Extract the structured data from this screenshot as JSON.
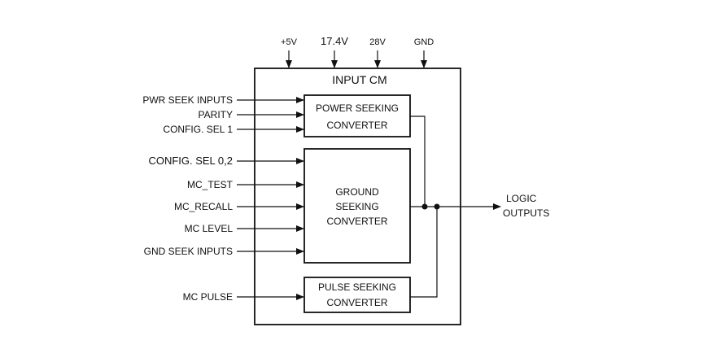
{
  "supplies": [
    "+5V",
    "17.4V",
    "28V",
    "GND"
  ],
  "module_title": "INPUT CM",
  "power_seeking": {
    "line1": "POWER SEEKING",
    "line2": "CONVERTER"
  },
  "ground_seeking": {
    "line1": "GROUND",
    "line2": "SEEKING",
    "line3": "CONVERTER"
  },
  "pulse_seeking": {
    "line1": "PULSE SEEKING",
    "line2": "CONVERTER"
  },
  "inputs": {
    "pwr_seek": "PWR SEEK INPUTS",
    "parity": "PARITY",
    "config_sel_1": "CONFIG. SEL 1",
    "config_sel_02": "CONFIG. SEL 0,2",
    "mc_test": "MC_TEST",
    "mc_recall": "MC_RECALL",
    "mc_level": "MC LEVEL",
    "gnd_seek": "GND SEEK INPUTS",
    "mc_pulse": "MC PULSE"
  },
  "output": {
    "line1": "LOGIC",
    "line2": "OUTPUTS"
  }
}
